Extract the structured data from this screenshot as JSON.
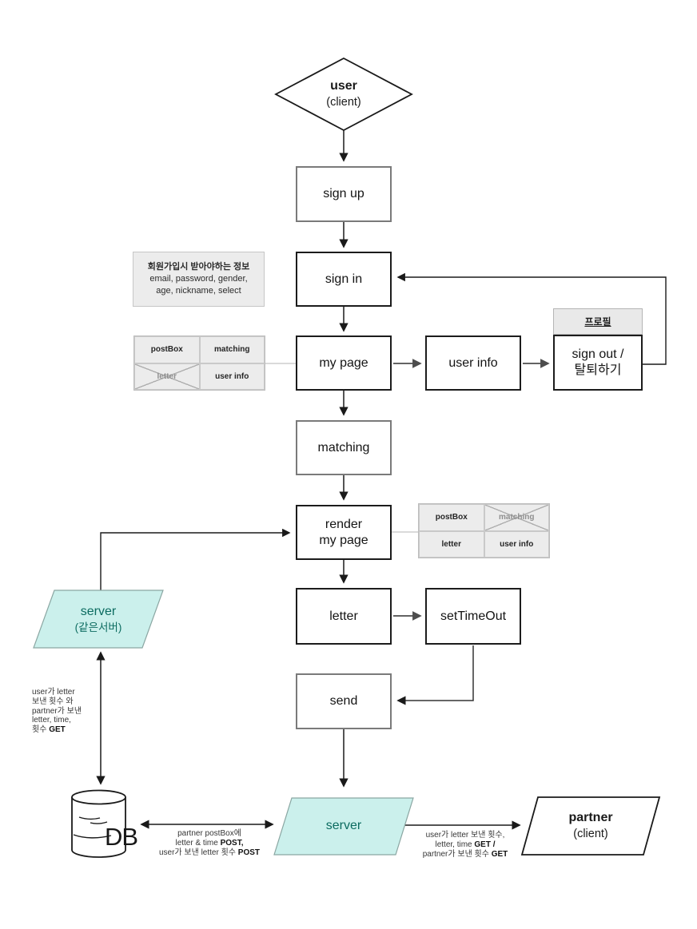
{
  "nodes": {
    "user": {
      "name": "user",
      "type": "(client)"
    },
    "sign_up": {
      "label": "sign up"
    },
    "sign_in": {
      "label": "sign in"
    },
    "my_page": {
      "label": "my page"
    },
    "matching": {
      "label": "matching"
    },
    "render_my_page": {
      "line1": "render",
      "line2": "my page"
    },
    "letter": {
      "label": "letter"
    },
    "set_timeout": {
      "label": "setTimeOut"
    },
    "send": {
      "label": "send"
    },
    "user_info": {
      "label": "user info"
    },
    "profile_header": {
      "label": "프로필"
    },
    "sign_out": {
      "line1": "sign out /",
      "line2": "탈퇴하기"
    },
    "server_same": {
      "name": "server",
      "note": "(같은서버)"
    },
    "server": {
      "name": "server"
    },
    "partner": {
      "name": "partner",
      "type": "(client)"
    },
    "db": {
      "label": "DB"
    }
  },
  "signup_note": {
    "title": "회원가입시 받아야하는 정보",
    "line1": "email, password, gender,",
    "line2": "age, nickname, select"
  },
  "mypage_table": {
    "postbox": "postBox",
    "matching": "matching",
    "letter": "letter",
    "user_info": "user info",
    "crossed_cell": "letter"
  },
  "render_table": {
    "postbox": "postBox",
    "matching": "matching",
    "letter": "letter",
    "user_info": "user info",
    "crossed_cell": "matching"
  },
  "edge_labels": {
    "server_db": {
      "l1": "user가 letter",
      "l2": "보낸 횟수 와",
      "l3": "partner가 보낸",
      "l4": "letter, time,",
      "l5": "횟수 ",
      "l5_bold": "GET"
    },
    "db_server": {
      "l1": "partner postBox에",
      "l2": "letter & time ",
      "l2_bold": "POST,",
      "l3": "user가 보낸 letter 횟수 ",
      "l3_bold": "POST"
    },
    "server_partner": {
      "l1": "user가 letter 보낸 횟수,",
      "l2": "letter, time ",
      "l2_bold": "GET /",
      "l3": "partner가 보낸 횟수 ",
      "l3_bold": "GET"
    }
  },
  "colors": {
    "server_fill": "#cbf0ec",
    "server_text": "#0c6b60",
    "grey_box_border": "#7a7a7a",
    "black_box_border": "#1c1c1c",
    "note_fill": "#ececec",
    "line": "#1a1a1a"
  }
}
